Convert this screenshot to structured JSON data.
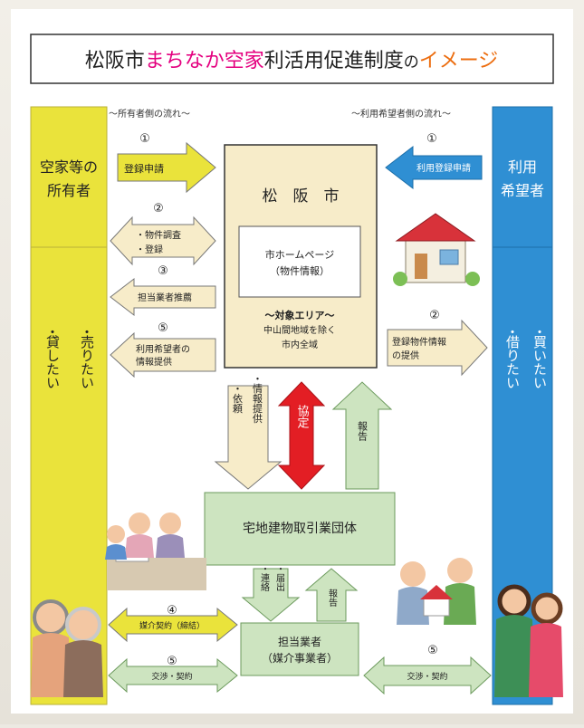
{
  "title": {
    "part1": "松阪市",
    "part2": "まちなか空家",
    "part3": "利活用促進制度",
    "part4": "の",
    "part5": "イメージ"
  },
  "flows": {
    "owner": "〜所有者側の流れ〜",
    "user": "〜利用希望者側の流れ〜"
  },
  "owner_column": {
    "top_line1": "空家等の",
    "top_line2": "所有者",
    "want_line1": "・売りたい",
    "want_line2": "・貸したい",
    "sell_bullet": "・",
    "sell_text": "売りたい",
    "rent_bullet": "・",
    "rent_text": "貸したい"
  },
  "user_column": {
    "top_line1": "利用",
    "top_line2": "希望者",
    "buy_bullet": "・",
    "buy_text": "買いたい",
    "borrow_bullet": "・",
    "borrow_text": "借りたい"
  },
  "city": {
    "name": "松　阪　市",
    "homepage_line1": "市ホームページ",
    "homepage_line2": "（物件情報）",
    "area_title": "〜対象エリア〜",
    "area_line1": "中山間地域を除く",
    "area_line2": "市内全域"
  },
  "steps": {
    "owner_register": {
      "num": "①",
      "label": "登録申請"
    },
    "owner_survey": {
      "num": "②",
      "line1": "・物件調査",
      "line2": "・登録"
    },
    "owner_recommend": {
      "num": "③",
      "label": "担当業者推薦"
    },
    "owner_info": {
      "num": "⑤",
      "line1": "利用希望者の",
      "line2": "情報提供"
    },
    "user_register": {
      "num": "①",
      "label": "利用登録申請"
    },
    "user_info": {
      "num": "②",
      "line1": "登録物件情報",
      "line2": "の提供"
    },
    "broker_contract": {
      "num": "④",
      "label": "媒介契約（締結）"
    },
    "owner_negotiate": {
      "num": "⑤",
      "label": "交渉・契約"
    },
    "user_negotiate": {
      "num": "⑤",
      "label": "交渉・契約"
    }
  },
  "middle": {
    "request_a": "・依頼",
    "request_b": "・情報提供",
    "agreement": "協定",
    "report": "報告",
    "association": "宅地建物取引業団体",
    "contact_a": "・連絡",
    "contact_b": "・届出",
    "report2": "報告",
    "dealer_line1": "担当業者",
    "dealer_line2": "（媒介事業者）"
  },
  "colors": {
    "yellow": "#eae33b",
    "blue": "#2f8fd3",
    "cream": "#f7ecc9",
    "green": "#cde4c0",
    "red": "#e31e24",
    "orange": "#ec6d0f"
  }
}
